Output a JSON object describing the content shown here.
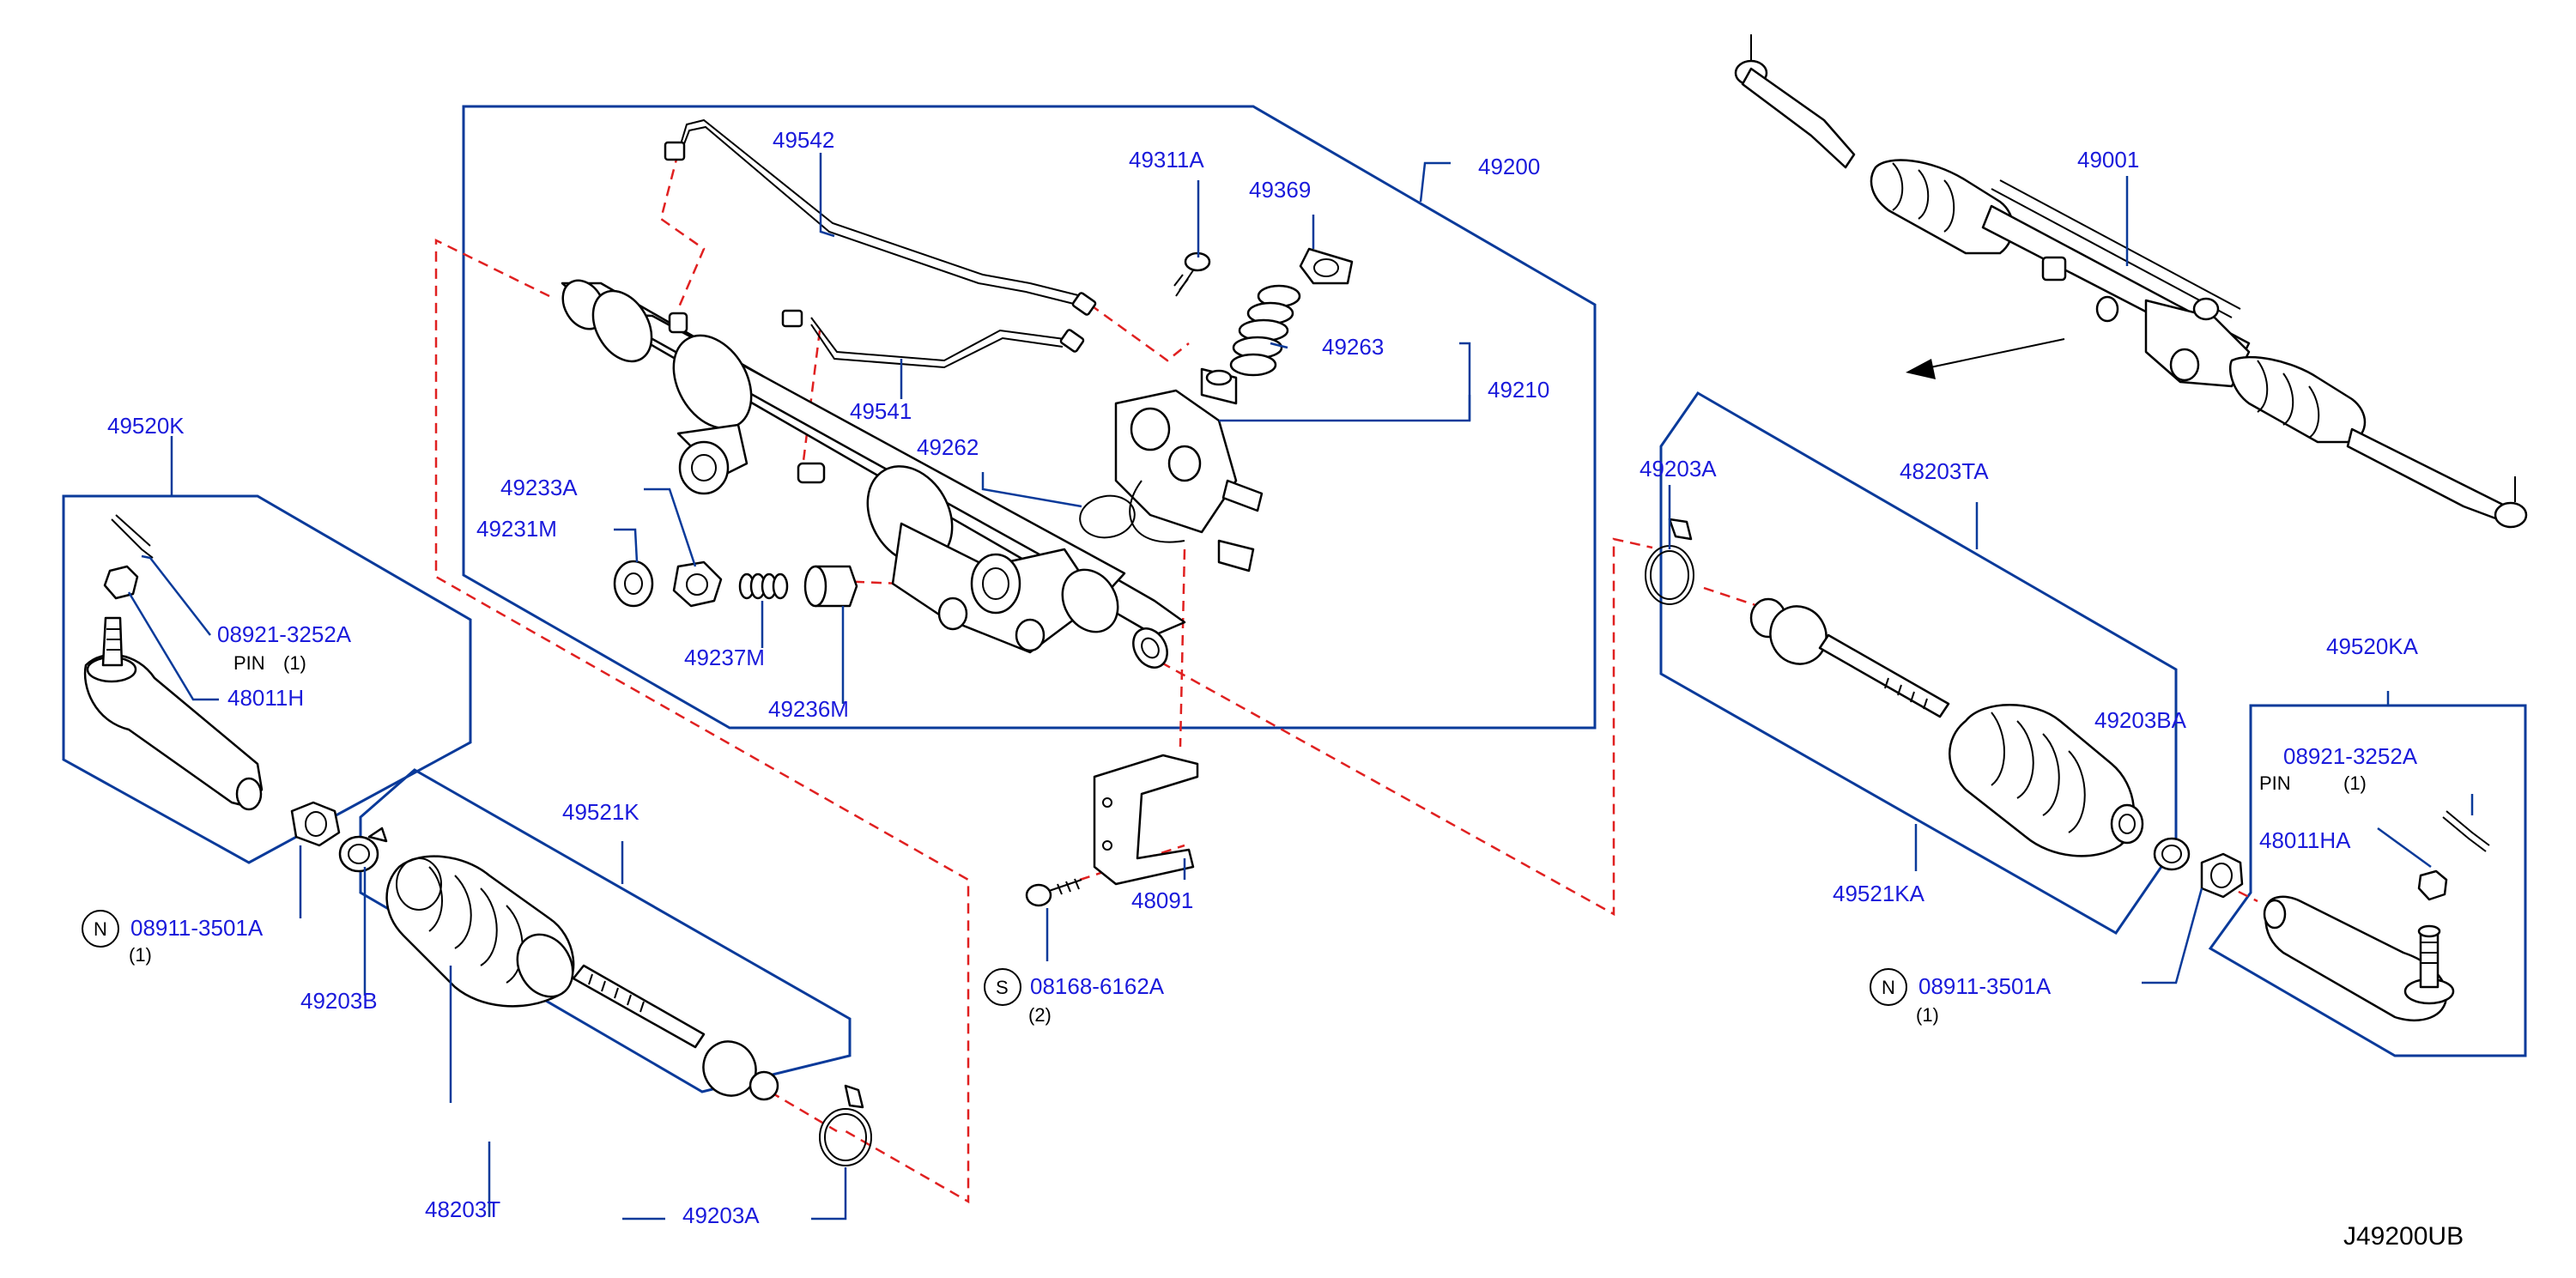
{
  "diagram": {
    "id": "J49200UB",
    "accent_colors": {
      "labels": "#1a1adb",
      "frames": "#0a3a9a",
      "dashed_links": "#e02020",
      "parts": "#000000"
    },
    "labels": {
      "p49542": "49542",
      "p49311A": "49311A",
      "p49200": "49200",
      "p49369": "49369",
      "p49001": "49001",
      "p49263": "49263",
      "p49210": "49210",
      "p49541": "49541",
      "p49262": "49262",
      "p49520K": "49520K",
      "p49233A": "49233A",
      "p49231M": "49231M",
      "p49237M": "49237M",
      "p49236M": "49236M",
      "p08921_l": "08921-3252A",
      "pin_l": "PIN",
      "pin_l_qty": "(1)",
      "p48011H": "48011H",
      "p49521K": "49521K",
      "p08911_l": "08911-3501A",
      "p08911_l_qty": "(1)",
      "p49203B": "49203B",
      "p48203T": "48203T",
      "p49203A_l": "49203A",
      "p48091": "48091",
      "p08168": "08168-6162A",
      "p08168_qty": "(2)",
      "p49203A_r": "49203A",
      "p48203TA": "48203TA",
      "p49203BA": "49203BA",
      "p49521KA": "49521KA",
      "p08911_r": "08911-3501A",
      "p08911_r_qty": "(1)",
      "p49520KA": "49520KA",
      "p08921_r": "08921-3252A",
      "pin_r": "PIN",
      "pin_r_qty": "(1)",
      "p48011HA": "48011HA"
    },
    "symbols": {
      "n_left": "N",
      "s_mid": "S",
      "n_right": "N"
    }
  }
}
